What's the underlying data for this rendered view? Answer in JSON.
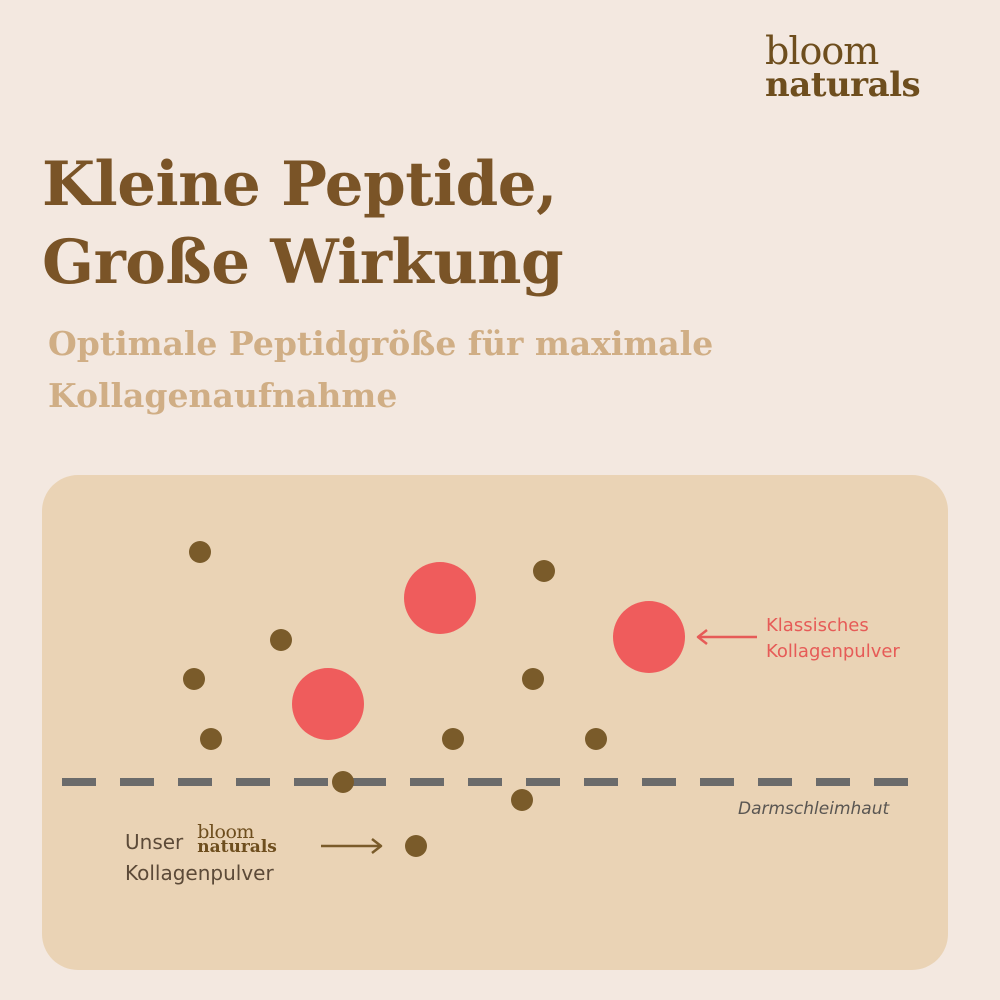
{
  "brand": {
    "line1": "bloom",
    "line2": "naturals"
  },
  "title": {
    "line1": "Kleine Peptide,",
    "line2": "Große Wirkung"
  },
  "subtitle": {
    "line1": "Optimale Peptidgröße für maximale",
    "line2": "Kollagenaufnahme"
  },
  "diagram": {
    "classic_label": {
      "line1": "Klassisches",
      "line2": "Kollagenpulver"
    },
    "ours_label": {
      "prefix": "Unser",
      "brand_line1": "bloom",
      "brand_line2": "naturals",
      "suffix": "Kollagenpulver"
    },
    "membrane_label": "Darmschleimhaut",
    "colors": {
      "panel": "#ead3b5",
      "small_peptide": "#7a5b2a",
      "large_peptide": "#ef5c5c",
      "membrane_line": "#6b6b6b",
      "brand": "#6e4e1e"
    }
  }
}
